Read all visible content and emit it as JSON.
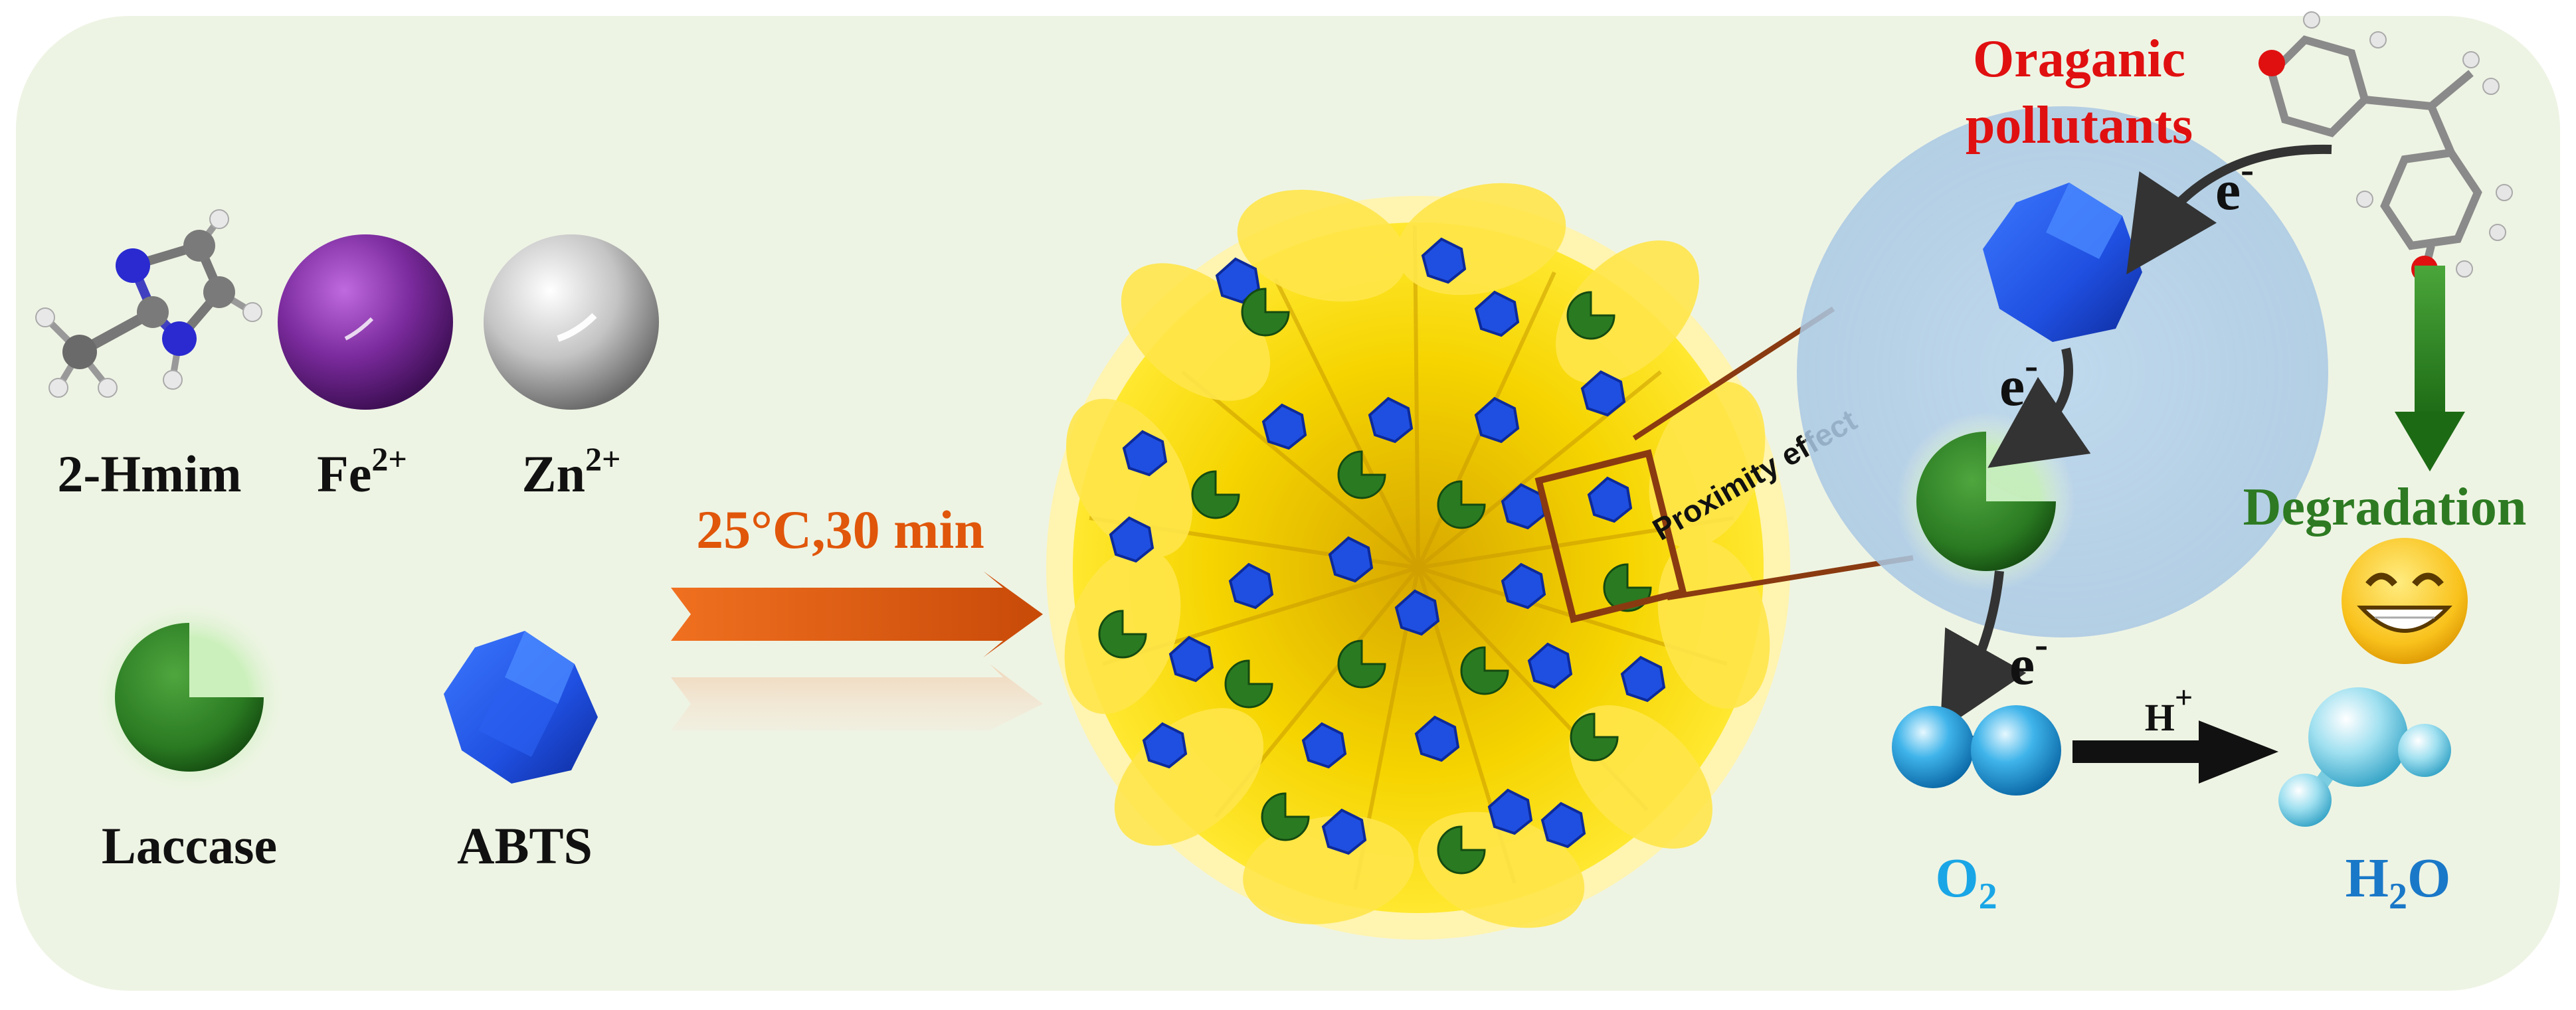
{
  "reagents": {
    "hmim_label": "2-Hmim",
    "fe_label": "Fe",
    "fe_charge": "2+",
    "zn_label": "Zn",
    "zn_charge": "2+",
    "laccase_label": "Laccase",
    "abts_label": "ABTS"
  },
  "reaction": {
    "condition": "25°C,30 min"
  },
  "mechanism": {
    "proximity_label": "Proximity effect",
    "electron": "e",
    "electron_charge": "-",
    "pollutants_line1": "Oraganic",
    "pollutants_line2": "pollutants",
    "degradation_label": "Degradation",
    "proton": "H",
    "proton_charge": "+",
    "o2_base": "O",
    "o2_sub": "2",
    "h2o_h": "H",
    "h2o_sub": "2",
    "h2o_o": "O"
  },
  "colors": {
    "background_panel": "#eef4e4",
    "laccase": "#2a7a22",
    "abts": "#1f4fe0",
    "arrow_orange": "#e0560a",
    "pollutants_text": "#e01010",
    "degradation_text": "#2d7a22",
    "o2_text": "#1aa6e6",
    "h2o_text": "#1a78c8",
    "fe_ion": "#7a2a9c",
    "zn_ion": "#bdbdbd",
    "nanoflower": "#f5d400",
    "proximity_box": "#8a3a10"
  }
}
